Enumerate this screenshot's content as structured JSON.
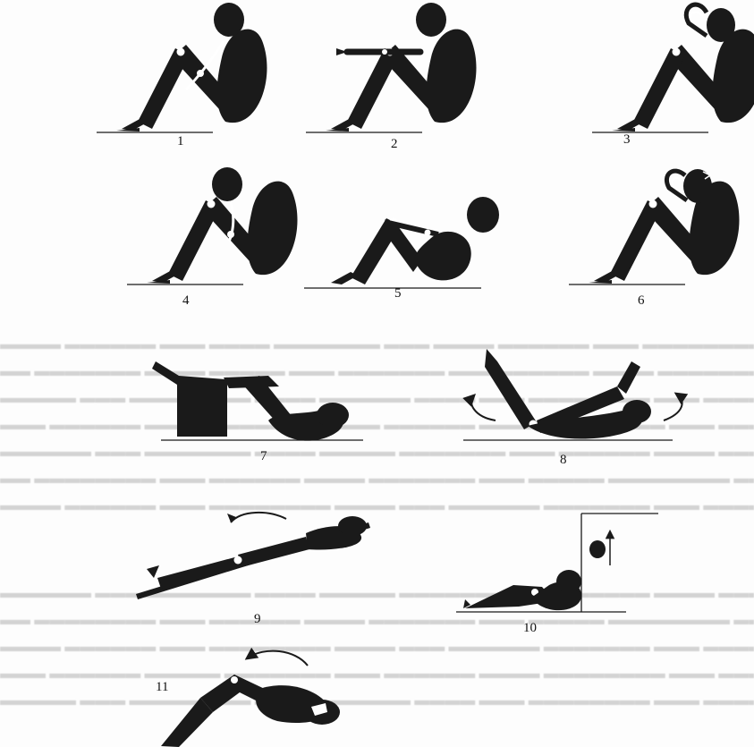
{
  "figures": [
    {
      "number": "1",
      "pose": "sitting-hugging-knees"
    },
    {
      "number": "2",
      "pose": "sitting-arms-forward"
    },
    {
      "number": "3",
      "pose": "sitting-hands-behind-head"
    },
    {
      "number": "4",
      "pose": "sitting-curled"
    },
    {
      "number": "5",
      "pose": "reclining-half-lying"
    },
    {
      "number": "6",
      "pose": "sitting-hands-behind-head"
    },
    {
      "number": "7",
      "pose": "lying-legs-on-box"
    },
    {
      "number": "8",
      "pose": "lying-leg-raise-v"
    },
    {
      "number": "9",
      "pose": "lying-on-incline-board"
    },
    {
      "number": "10",
      "pose": "crunch-at-wall-bars"
    },
    {
      "number": "11",
      "pose": "lying-curl"
    }
  ],
  "colors": {
    "ink": "#1a1a1a",
    "paper": "#fdfdfd",
    "ghost": "#000000"
  }
}
